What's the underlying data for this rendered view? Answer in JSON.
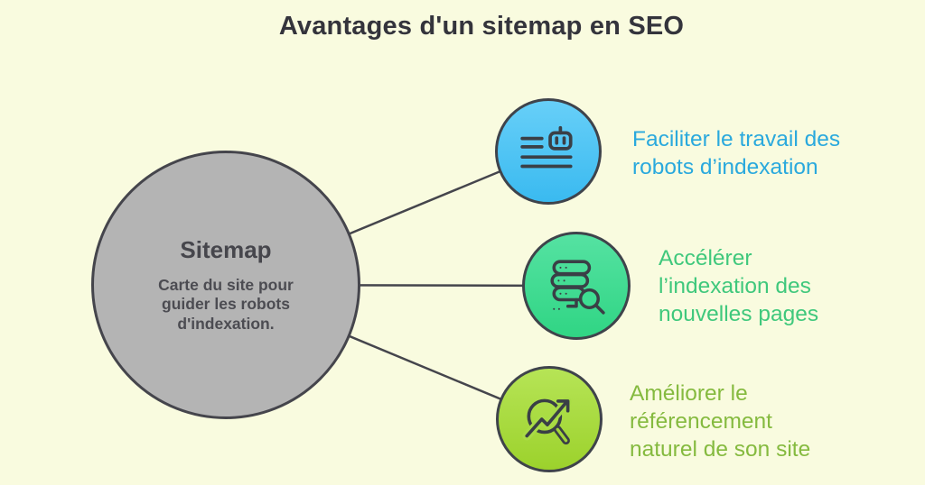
{
  "title": "Avantages d'un sitemap en SEO",
  "hub": {
    "heading": "Sitemap",
    "description": "Carte du site pour\nguider les robots\nd'indexation."
  },
  "benefits": [
    {
      "id": "robots",
      "icon": "robot-content-icon",
      "label": "Faciliter le travail des\nrobots d’indexation",
      "text_color": "#2aa9dd",
      "circle_top_color": "#67cff8",
      "circle_bottom_color": "#3abaf0"
    },
    {
      "id": "indexation",
      "icon": "server-search-icon",
      "label": "Accélérer\nl’indexation des\nnouvelles pages",
      "text_color": "#3fc87c",
      "circle_top_color": "#55e2a2",
      "circle_bottom_color": "#30d584"
    },
    {
      "id": "referencement",
      "icon": "trend-search-icon",
      "label": "Améliorer le\nréférencement\nnaturel de son site",
      "text_color": "#85ba3f",
      "circle_top_color": "#b6e456",
      "circle_bottom_color": "#9cd22c"
    }
  ],
  "colors": {
    "background": "#f9fbdf",
    "hub_fill": "#b4b4b4",
    "outline": "#45454c",
    "icon_stroke": "#3a3f46",
    "title_text": "#34343c",
    "hub_text": "#4c4c52"
  }
}
